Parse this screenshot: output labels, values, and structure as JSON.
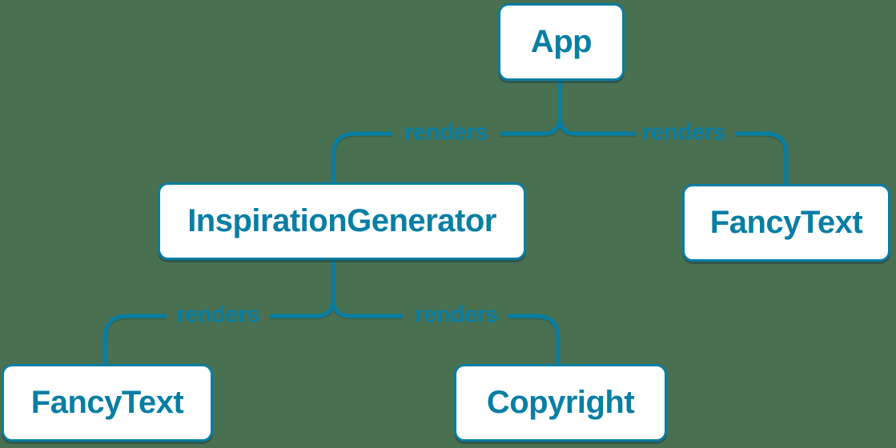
{
  "diagram": {
    "type": "component-render-tree",
    "colors": {
      "background": "#497050",
      "accent": "#087EA4",
      "node_fill": "#FFFFFF"
    },
    "nodes": [
      {
        "id": "app",
        "label": "App"
      },
      {
        "id": "inspiration-generator",
        "label": "InspirationGenerator"
      },
      {
        "id": "fancy-text-right",
        "label": "FancyText"
      },
      {
        "id": "fancy-text-left",
        "label": "FancyText"
      },
      {
        "id": "copyright",
        "label": "Copyright"
      }
    ],
    "edges": [
      {
        "from": "App",
        "to": "InspirationGenerator",
        "label": "renders"
      },
      {
        "from": "App",
        "to": "FancyText",
        "label": "renders"
      },
      {
        "from": "InspirationGenerator",
        "to": "FancyText",
        "label": "renders"
      },
      {
        "from": "InspirationGenerator",
        "to": "Copyright",
        "label": "renders"
      }
    ]
  }
}
